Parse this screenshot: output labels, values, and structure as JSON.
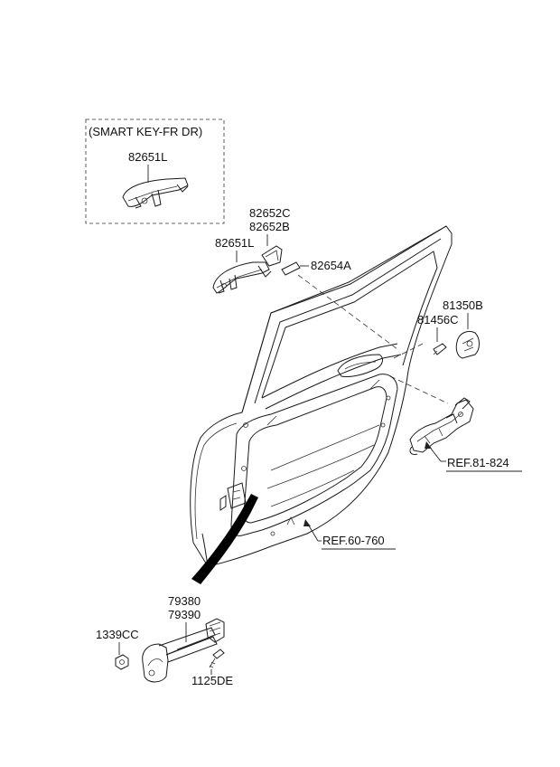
{
  "callouts": {
    "smart_key_box": "(SMART KEY-FR DR)",
    "smart_key_handle": "82651L",
    "part_82652c": "82652C",
    "part_82652b": "82652B",
    "part_82651l": "82651L",
    "part_82654a": "82654A",
    "part_81350b": "81350B",
    "part_81456c": "81456C",
    "ref_81_824": "REF.81-824",
    "ref_60_760": "REF.60-760",
    "part_79380": "79380",
    "part_79390": "79390",
    "part_1339cc": "1339CC",
    "part_1125de": "1125DE"
  }
}
